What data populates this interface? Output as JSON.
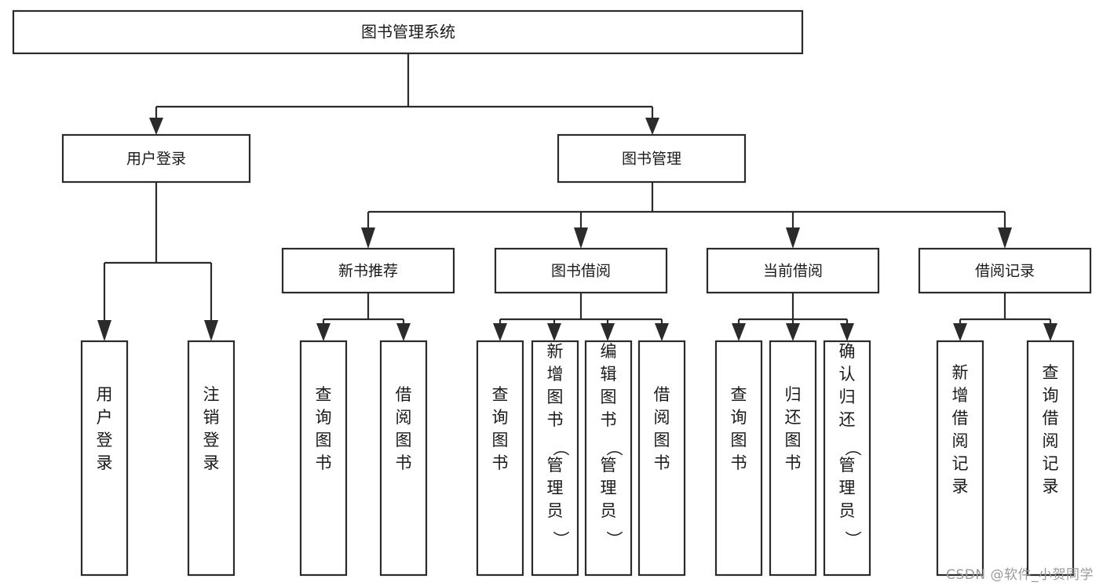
{
  "diagram": {
    "type": "hierarchy-tree",
    "title": "图书管理系统",
    "watermark": "CSDN @软件_小贺同学",
    "colors": {
      "stroke": "#2b2b2b",
      "fill": "#ffffff",
      "text": "#1a1a1a",
      "watermark": "#9a9a9a"
    },
    "root": {
      "label": "图书管理系统"
    },
    "level1": [
      {
        "id": "user-login",
        "label": "用户登录"
      },
      {
        "id": "book-management",
        "label": "图书管理"
      }
    ],
    "level2": [
      {
        "id": "new-book-recommend",
        "label": "新书推荐",
        "parent": "book-management"
      },
      {
        "id": "book-borrow",
        "label": "图书借阅",
        "parent": "book-management"
      },
      {
        "id": "current-borrow",
        "label": "当前借阅",
        "parent": "book-management"
      },
      {
        "id": "borrow-record",
        "label": "借阅记录",
        "parent": "book-management"
      }
    ],
    "leaves": [
      {
        "id": "leaf-user-login",
        "label": "用户登录",
        "parent": "user-login"
      },
      {
        "id": "leaf-logout-login",
        "label": "注销登录",
        "parent": "user-login"
      },
      {
        "id": "leaf-query-book-1",
        "label": "查询图书",
        "parent": "new-book-recommend"
      },
      {
        "id": "leaf-borrow-book-1",
        "label": "借阅图书",
        "parent": "new-book-recommend"
      },
      {
        "id": "leaf-query-book-2",
        "label": "查询图书",
        "parent": "book-borrow"
      },
      {
        "id": "leaf-add-book",
        "label": "新增图书（管理员）",
        "parent": "book-borrow"
      },
      {
        "id": "leaf-edit-book",
        "label": "编辑图书（管理员）",
        "parent": "book-borrow"
      },
      {
        "id": "leaf-borrow-book-2",
        "label": "借阅图书",
        "parent": "book-borrow"
      },
      {
        "id": "leaf-query-book-3",
        "label": "查询图书",
        "parent": "current-borrow"
      },
      {
        "id": "leaf-return-book",
        "label": "归还图书",
        "parent": "current-borrow"
      },
      {
        "id": "leaf-confirm-return",
        "label": "确认归还（管理员）",
        "parent": "current-borrow"
      },
      {
        "id": "leaf-add-record",
        "label": "新增借阅记录",
        "parent": "borrow-record"
      },
      {
        "id": "leaf-query-record",
        "label": "查询借阅记录",
        "parent": "borrow-record"
      }
    ]
  }
}
